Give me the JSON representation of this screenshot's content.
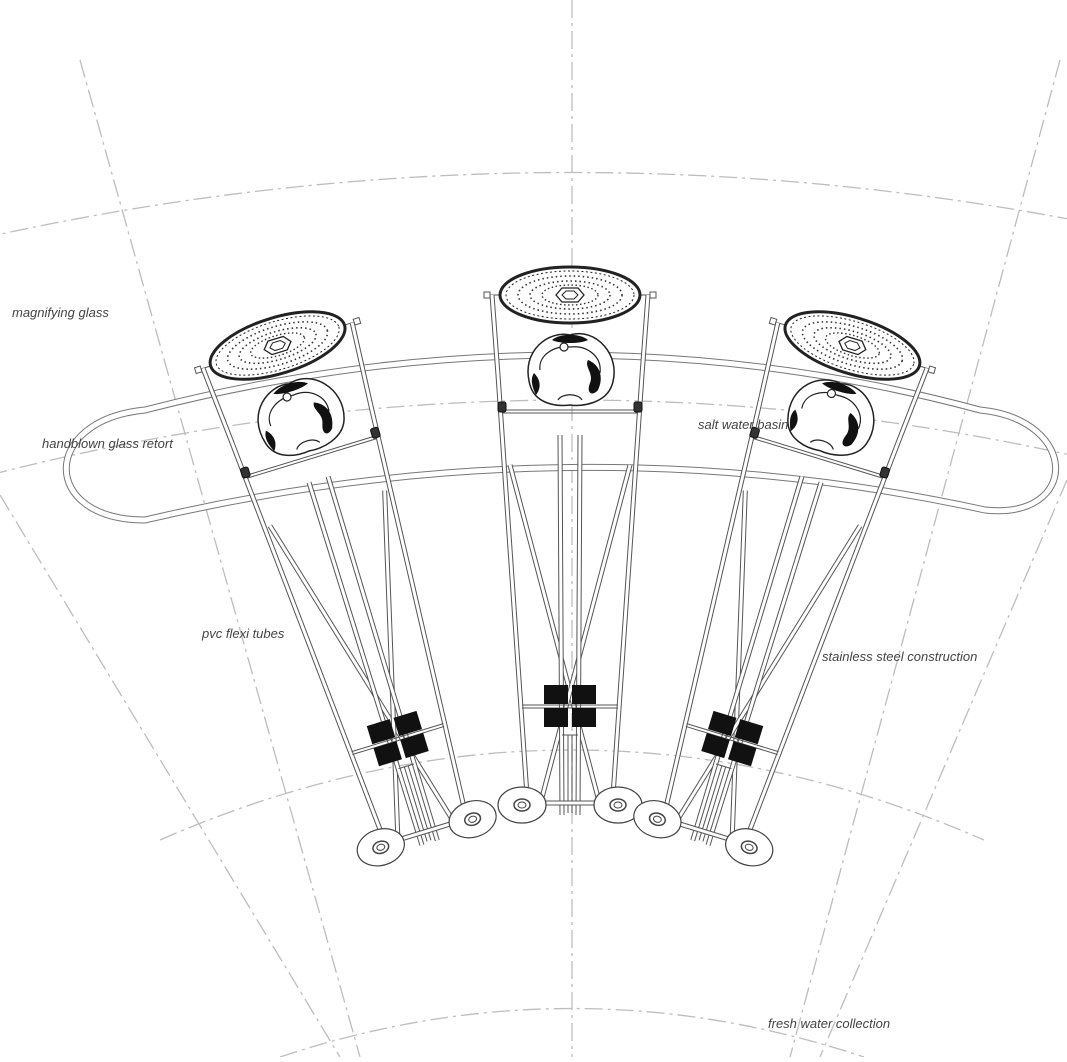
{
  "labels": {
    "magnifying_glass": "magnifying glass",
    "handblown_glass_retort": "handblown glass retort",
    "salt_water_basin": "salt water basin",
    "pvc_flexi_tubes": "pvc flexi tubes",
    "stainless_steel_construction": "stainless steel construction",
    "fresh_water_collection": "fresh water collection"
  },
  "colors": {
    "line": "#555555",
    "centerline": "#bdbdbd",
    "solar_panel": "#111111",
    "label_text": "#444444"
  }
}
